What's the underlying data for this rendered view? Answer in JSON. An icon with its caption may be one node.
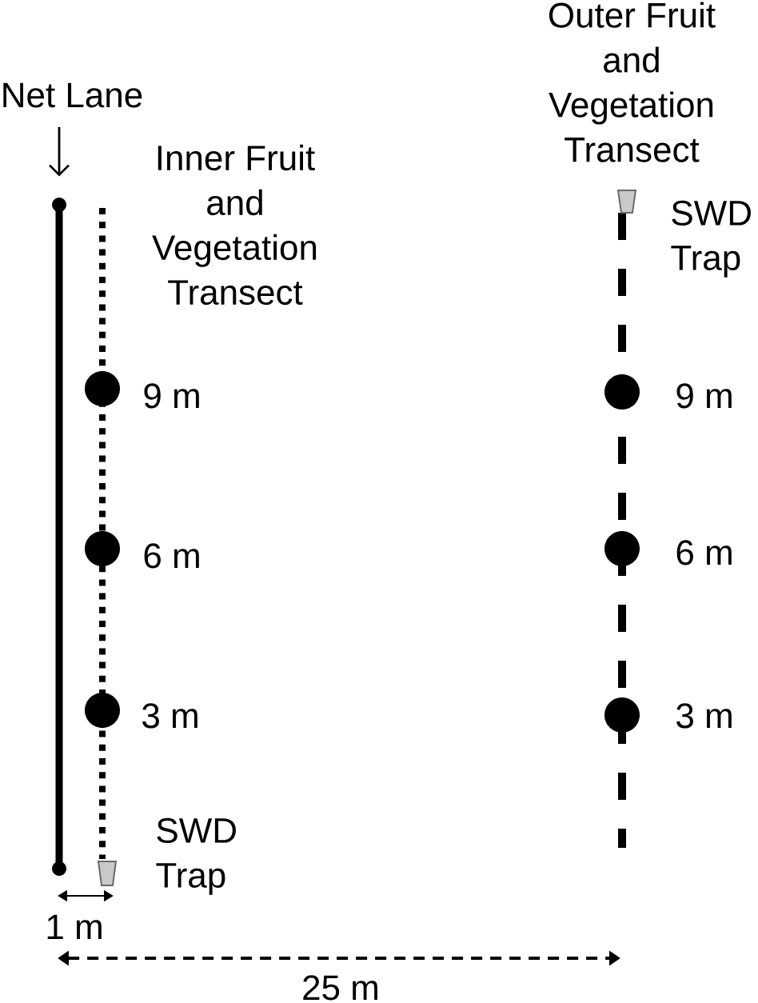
{
  "diagram": {
    "nodes": [
      {
        "text": [
          "Net Lane"
        ]
      },
      {
        "text": [],
        "shape": "line"
      },
      {
        "text": [],
        "shape": "line",
        "beside": [
          "Inner Fruit and Vegetation Transect"
        ]
      },
      {
        "text": [],
        "shape": "circle",
        "beside": [
          "9 m"
        ]
      },
      {
        "text": [],
        "shape": "circle",
        "beside": [
          "6 m"
        ]
      },
      {
        "text": [],
        "shape": "circle",
        "beside": [
          "3 m"
        ]
      },
      {
        "text": [],
        "shape": "trapezoid",
        "beside": [
          "SWD Trap"
        ]
      },
      {
        "text": [],
        "shape": "line"
      },
      {
        "text": [],
        "shape": "trapezoid",
        "beside": [
          "SWD Trap"
        ]
      },
      {
        "text": [],
        "shape": "circle",
        "beside": [
          "9 m"
        ]
      },
      {
        "text": [],
        "shape": "circle",
        "beside": [
          "6 m"
        ]
      },
      {
        "text": [],
        "shape": "circle",
        "beside": [
          "3 m"
        ]
      }
    ],
    "edges": [
      {
        "from": 0,
        "to": 1,
        "arrow": "to"
      }
    ],
    "labels": [
      "Outer Fruit and Vegetation Transect",
      "1 m",
      "25 m"
    ]
  }
}
